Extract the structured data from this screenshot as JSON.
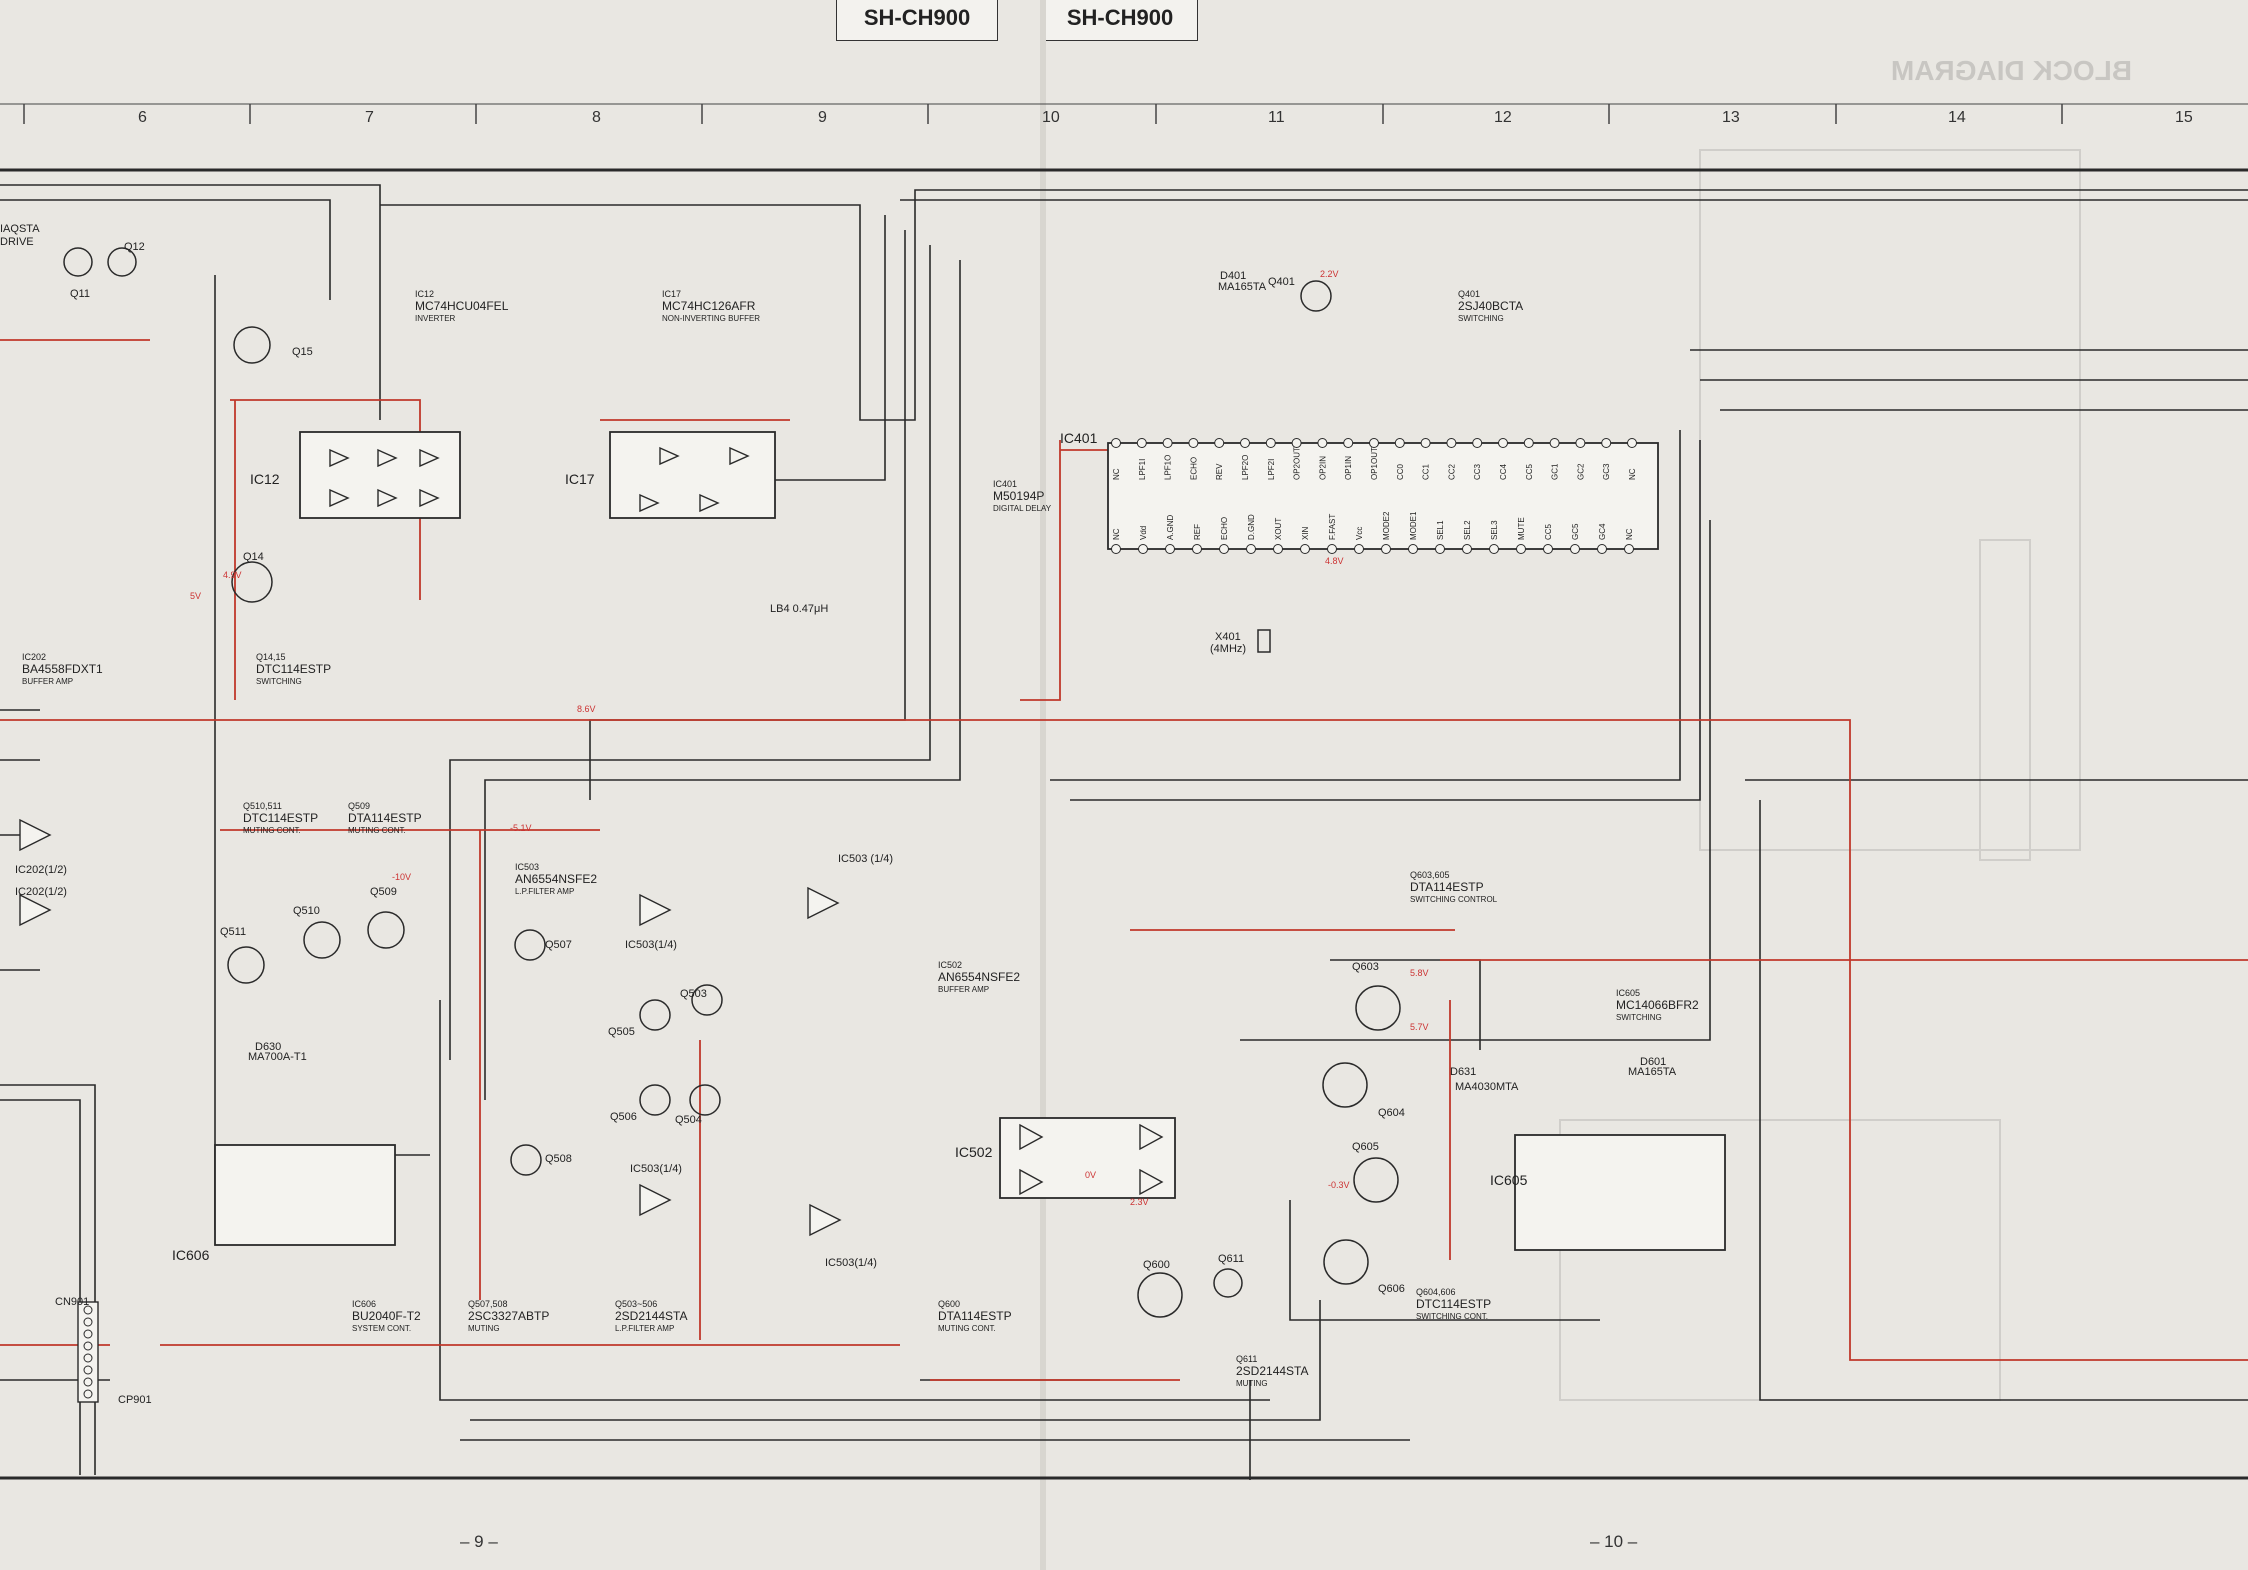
{
  "header": {
    "left_title": "SH-CH900",
    "right_title": "SH-CH900"
  },
  "ghost_title": "BLOCK DIAGRAM",
  "page_numbers": [
    "– 9 –",
    "– 10 –"
  ],
  "grid_columns": [
    "6",
    "7",
    "8",
    "9",
    "10",
    "11",
    "12",
    "13",
    "14",
    "15"
  ],
  "components": [
    {
      "id": "ic12",
      "ref": "IC12",
      "part": "MC74HCU04FEL",
      "func": "INVERTER"
    },
    {
      "id": "ic17",
      "ref": "IC17",
      "part": "MC74HC126AFR",
      "func": "NON-INVERTING BUFFER"
    },
    {
      "id": "ic401",
      "ref": "IC401",
      "part": "M50194P",
      "func": "DIGITAL DELAY"
    },
    {
      "id": "q401",
      "ref": "Q401",
      "part": "2SJ40BCTA",
      "func": "SWITCHING"
    },
    {
      "id": "ic202",
      "ref": "IC202",
      "part": "BA4558FDXT1",
      "func": "BUFFER AMP"
    },
    {
      "id": "q1415",
      "ref": "Q14,15",
      "part": "DTC114ESTP",
      "func": "SWITCHING"
    },
    {
      "id": "q510511",
      "ref": "Q510,511",
      "part": "DTC114ESTP",
      "func": "MUTING CONT."
    },
    {
      "id": "q509",
      "ref": "Q509",
      "part": "DTA114ESTP",
      "func": "MUTING CONT."
    },
    {
      "id": "ic503",
      "ref": "IC503",
      "part": "AN6554NSFE2",
      "func": "L.P.FILTER AMP"
    },
    {
      "id": "ic502",
      "ref": "IC502",
      "part": "AN6554NSFE2",
      "func": "BUFFER AMP"
    },
    {
      "id": "q603605",
      "ref": "Q603,605",
      "part": "DTA114ESTP",
      "func": "SWITCHING CONTROL"
    },
    {
      "id": "ic605",
      "ref": "IC605",
      "part": "MC14066BFR2",
      "func": "SWITCHING"
    },
    {
      "id": "ic606",
      "ref": "IC606",
      "part": "BU2040F-T2",
      "func": "SYSTEM CONT."
    },
    {
      "id": "q507508",
      "ref": "Q507,508",
      "part": "2SC3327ABTP",
      "func": "MUTING"
    },
    {
      "id": "q503506",
      "ref": "Q503~506",
      "part": "2SD2144STA",
      "func": "L.P.FILTER AMP"
    },
    {
      "id": "q600",
      "ref": "Q600",
      "part": "DTA114ESTP",
      "func": "MUTING CONT."
    },
    {
      "id": "q611",
      "ref": "Q611",
      "part": "2SD2144STA",
      "func": "MUTING"
    },
    {
      "id": "q604606",
      "ref": "Q604,606",
      "part": "DTC114ESTP",
      "func": "SWITCHING CONT."
    }
  ],
  "labels": {
    "ic12_box": "IC12",
    "ic17_box": "IC17",
    "ic401_box": "IC401",
    "ic502_box": "IC502",
    "ic605_box": "IC605",
    "ic606_box": "IC606",
    "q11": "Q11",
    "q12": "Q12",
    "q14": "Q14",
    "q15": "Q15",
    "q401": "Q401",
    "q503": "Q503",
    "q504": "Q504",
    "q505": "Q505",
    "q506": "Q506",
    "q507": "Q507",
    "q508": "Q508",
    "q509": "Q509",
    "q510": "Q510",
    "q511": "Q511",
    "q600": "Q600",
    "q603": "Q603",
    "q604": "Q604",
    "q605": "Q605",
    "q606": "Q606",
    "q611": "Q611",
    "x401": "X401",
    "x401f": "(4MHz)",
    "cn901": "CN901",
    "cp901": "CP901",
    "lb4": "LB4 0.47μH",
    "d401": "D401",
    "d401p": "MA165TA",
    "d630": "D630",
    "d630p": "MA700A-T1",
    "d631": "D631",
    "d631p": "MA4030MTA",
    "d601": "D601",
    "d601p": "MA165TA",
    "ic202_12": "IC202(1/2)",
    "ic503_14a": "IC503 (1/4)",
    "ic503_14b": "IC503(1/4)",
    "ic503_14c": "IC503(1/4)",
    "ic503_14d": "IC503(1/4)",
    "iaqsta": "IAQSTA",
    "drive": "DRIVE",
    "ic202_12b": "IC202(1/2)"
  },
  "voltages": {
    "v1": "4.9V",
    "v2": "5V",
    "v3": "2.2V",
    "v4": "-10V",
    "v5": "8.6V",
    "v6": "-5.1V",
    "v7": "5.8V",
    "v8": "5.7V",
    "v9": "0V",
    "v10": "-0.3V",
    "v11": "2.3V",
    "v12": "4.8V"
  },
  "pins_ic401_top": [
    "NC",
    "LPF1I",
    "LPF1O",
    "ECHO",
    "REV",
    "LPF2O",
    "LPF2I",
    "OP2OUT",
    "OP2IN",
    "OP1IN",
    "OP1OUT",
    "CC0",
    "CC1",
    "CC2",
    "CC3",
    "CC4",
    "CC5",
    "GC1",
    "GC2",
    "GC3",
    "NC"
  ],
  "pins_ic401_bot": [
    "NC",
    "Vdd",
    "A.GND",
    "REF",
    "ECHO",
    "D.GND",
    "XOUT",
    "XIN",
    "F.FAST",
    "Vcc",
    "MODE2",
    "MODE1",
    "SEL1",
    "SEL2",
    "SEL3",
    "MUTE",
    "CC5",
    "GC5",
    "GC4",
    "NC"
  ],
  "colors": {
    "wire": "#2a2a2a",
    "red": "#c0392b",
    "paper": "#e9e7e2"
  }
}
